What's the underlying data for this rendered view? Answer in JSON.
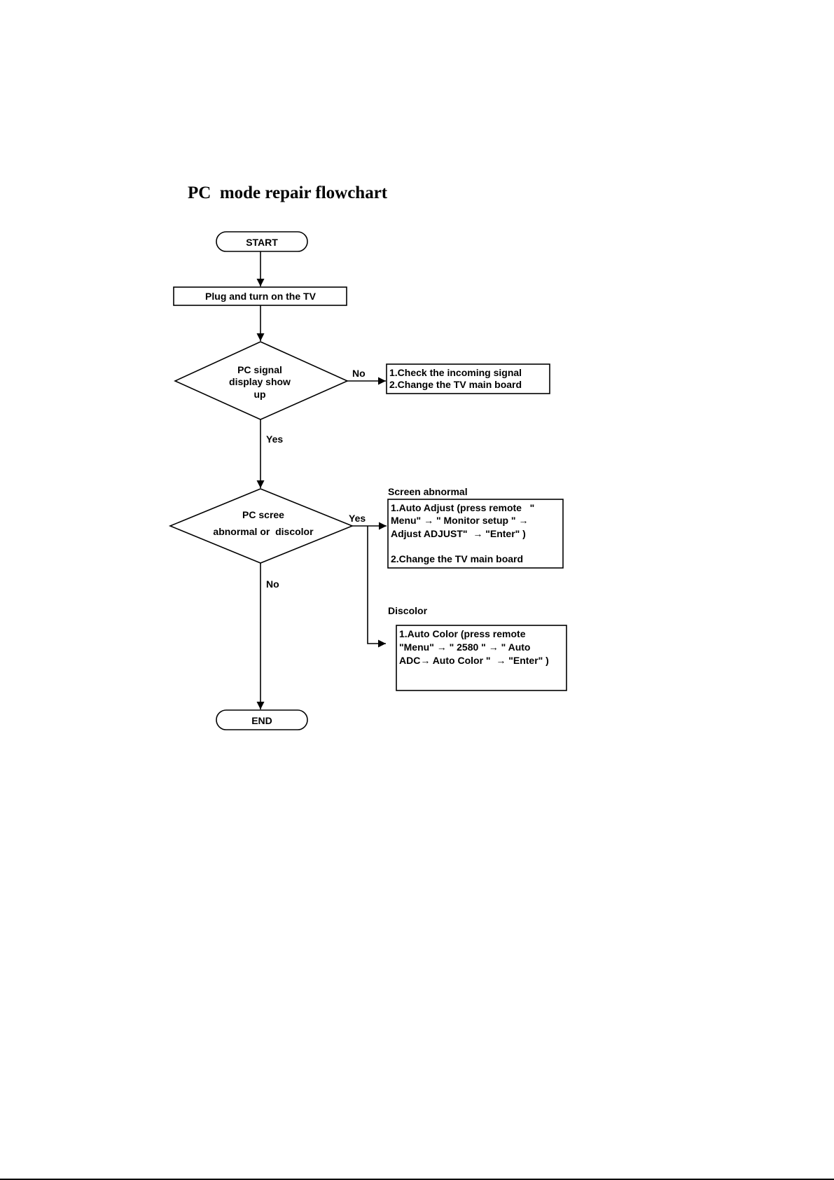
{
  "title": "PC  mode repair flowchart",
  "nodes": {
    "start": "START",
    "plug": "Plug and turn on the TV",
    "decision1": [
      "PC signal",
      "display show",
      "up"
    ],
    "check": [
      "1.Check the incoming signal",
      "2.Change the TV main board"
    ],
    "decision2": [
      "PC scree",
      "abnormal or  discolor"
    ],
    "adjust": [
      "1.Auto Adjust (press remote   \"",
      "Menu\" → \" Monitor setup \" →",
      "Adjust ADJUST\"  → \"Enter\" )",
      "",
      "2.Change the TV main board"
    ],
    "color": [
      "1.Auto Color (press remote",
      "\"Menu\" → \" 2580 \" → \" Auto",
      "ADC→ Auto Color \"  → \"Enter\" )"
    ],
    "end": "END"
  },
  "labels": {
    "no1": "No",
    "yes1": "Yes",
    "yes2": "Yes",
    "no2": "No",
    "screen_abnormal": "Screen abnormal",
    "discolor": "Discolor"
  }
}
